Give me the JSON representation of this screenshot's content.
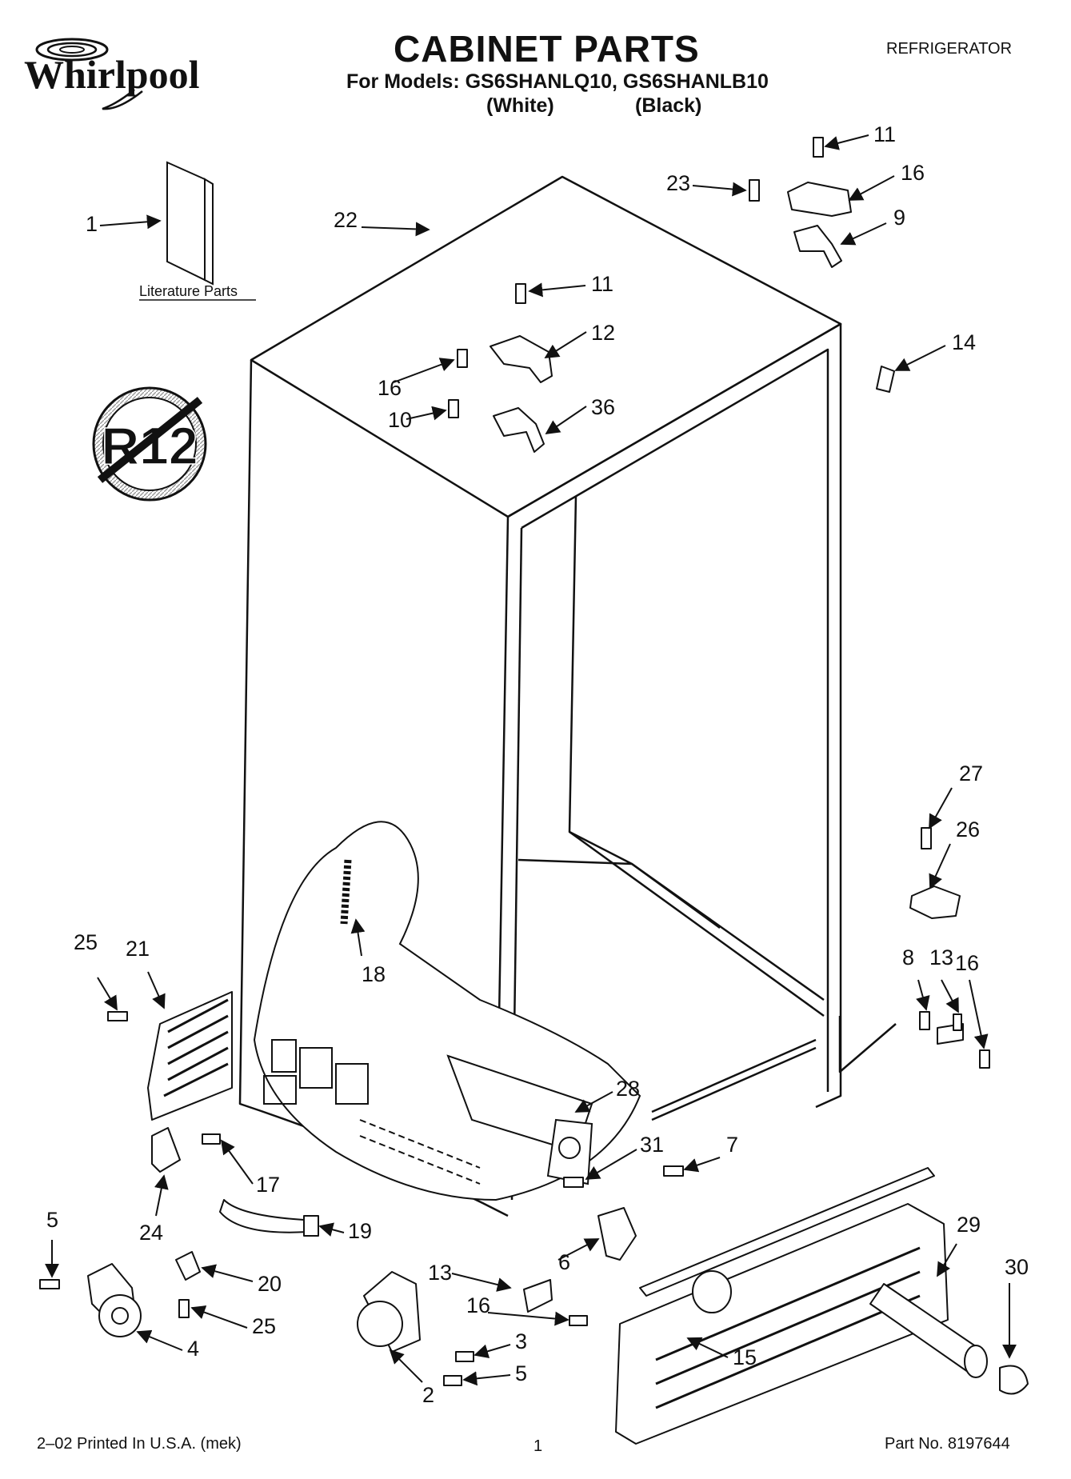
{
  "header": {
    "brand": "Whirlpool",
    "title": "CABINET PARTS",
    "models_line": "For Models: GS6SHANLQ10, GS6SHANLB10",
    "color_white": "(White)",
    "color_black": "(Black)",
    "appliance": "REFRIGERATOR"
  },
  "badge": {
    "text": "R12"
  },
  "literature_label": "Literature Parts",
  "callouts": [
    "1",
    "22",
    "11",
    "12",
    "16",
    "10",
    "36",
    "11",
    "16",
    "23",
    "9",
    "14",
    "27",
    "26",
    "8",
    "13",
    "16",
    "25",
    "21",
    "18",
    "28",
    "31",
    "7",
    "17",
    "24",
    "5",
    "19",
    "20",
    "25",
    "4",
    "13",
    "16",
    "3",
    "5",
    "2",
    "6",
    "15",
    "29",
    "30"
  ],
  "footer": {
    "printed": "2–02 Printed In U.S.A. (mek)",
    "page": "1",
    "part_no": "Part No. 8197644"
  },
  "colors": {
    "ink": "#111111",
    "paper": "#ffffff",
    "badge_hatch": "#9a9a9a"
  }
}
